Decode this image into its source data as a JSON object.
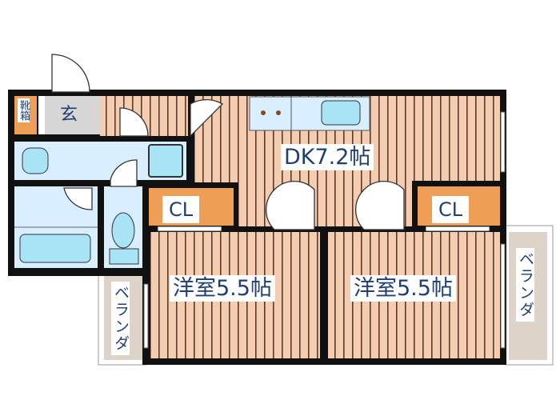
{
  "plan": {
    "rooms": {
      "shoe_box": "靴箱",
      "entrance": "玄",
      "dk": "DK7.2帖",
      "closet_left": "CL",
      "closet_right": "CL",
      "western_room_left": "洋室5.5帖",
      "western_room_right": "洋室5.5帖",
      "balcony_left": "ベランダ",
      "balcony_right": "ベランダ"
    },
    "colors": {
      "wall": "#111111",
      "wood": "#f4cdb0",
      "wood_line": "#5a3a2a",
      "wet_area": "#d9efff",
      "fixture": "#a8e4f5",
      "closet": "#ef9f55",
      "entrance_floor": "#d6d6d6",
      "balcony": "#ddd3c8",
      "label_text": "#1f3f73"
    }
  }
}
